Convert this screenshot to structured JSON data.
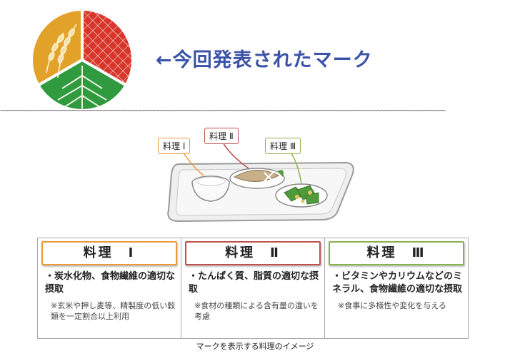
{
  "headline": "←今回発表されたマーク",
  "wave": "~~~~~~~~~~~~~~~~~~~~~~~~~~~~~~~~~~~~~~~~~~~~~~~~~~~~~~~~~~~~~~~~~~~~~~~~~~~~~~~~~~~~~~~~~~~~~~~~~~~~~~~~~~~~~~~~~~~~~~~~~~~~",
  "tags": {
    "dish1": "料理 Ⅰ",
    "dish2": "料理 Ⅱ",
    "dish3": "料理 Ⅲ"
  },
  "panels": [
    {
      "title": "料理　Ⅰ",
      "main": "・炭水化物、食物繊維の適切な摂取",
      "note": "※玄米や押し麦等、精製度の低い穀類を一定割合以上利用"
    },
    {
      "title": "料理　Ⅱ",
      "main": "・たんぱく質、脂質の適切な摂取",
      "note": "※食材の種類による含有量の違いを考慮"
    },
    {
      "title": "料理　Ⅲ",
      "main": "・ビタミンやカリウムなどのミネラル、食物繊維の適切な摂取",
      "note": "※食事に多様性や変化を与える"
    }
  ],
  "caption": "マークを表示する料理のイメージ",
  "colors": {
    "dish1": "#e89a3c",
    "dish2": "#c0504d",
    "dish3": "#8ab24a",
    "headline": "#3a52a8",
    "logo_yellow": "#e2a22a",
    "logo_red": "#d9362b",
    "logo_green": "#2f9a3e"
  }
}
